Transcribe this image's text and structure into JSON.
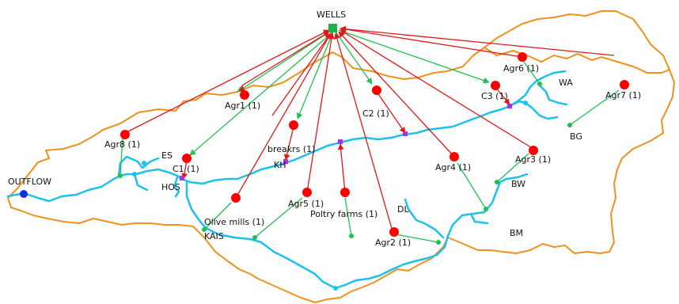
{
  "labels": {
    "wells": "WELLS",
    "outflow": "OUTFLOW",
    "agr1": "Agr1 (1)",
    "agr2": "Agr2 (1)",
    "agr3": "Agr3 (1)",
    "agr4": "Agr4 (1)",
    "agr5": "Agr5 (1)",
    "agr6": "Agr6 (1)",
    "agr7": "Agr7 (1)",
    "agr8": "Agr8 (1)",
    "c1": "C1 (1)",
    "c2": "C2 (1)",
    "c3": "C3 (1)",
    "breakrs": "breakrs (1)",
    "olive": "Olive mills (1)",
    "poltry": "Poltry farms (1)",
    "es": "ES",
    "hos": "HOS",
    "kh": "KH",
    "kais": "KAIS",
    "dl": "DL",
    "wa": "WA",
    "bg": "BG",
    "bw": "BW",
    "bm": "BM"
  },
  "colors": {
    "basin_boundary": "#f0901e",
    "river": "#1ec0ee",
    "supply_link": "#1ec050",
    "return_link": "#e01818",
    "demand_site": "#ff0000",
    "well_source": "#22b04a",
    "node_small": "#1ec050",
    "node_treatment": "#b030e0",
    "outflow_node": "#1030e0"
  }
}
